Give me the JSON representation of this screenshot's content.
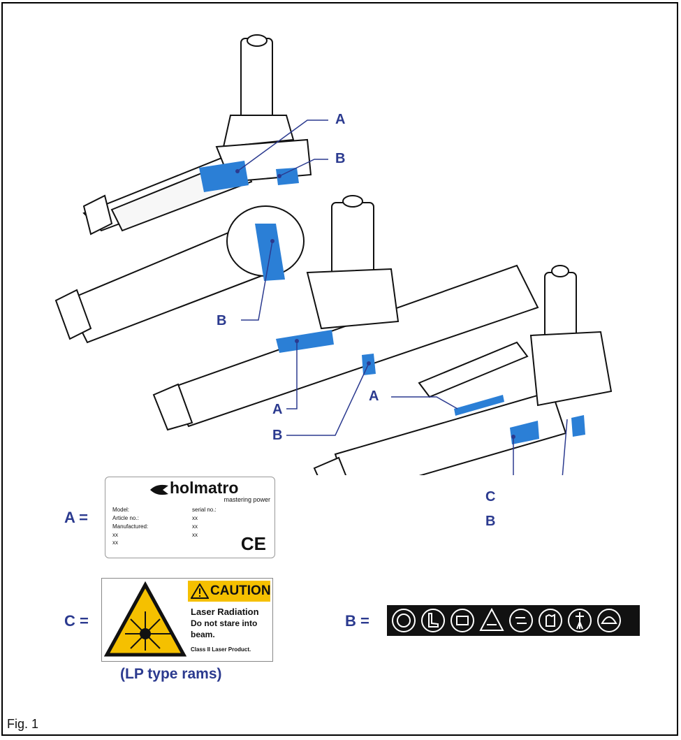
{
  "figure": {
    "caption": "Fig. 1",
    "callouts": {
      "a_top": "A",
      "b_top": "B",
      "b_mid": "B",
      "a_center": "A",
      "b_center": "B",
      "a_right": "A",
      "c_right": "C",
      "b_right": "B"
    },
    "colors": {
      "label_blue": "#2b7fd6",
      "callout_blue": "#2b3a8f",
      "caution_yellow": "#f5c000"
    }
  },
  "legend": {
    "a_eq": "A =",
    "c_eq": "C =",
    "b_eq": "B =",
    "label_a": {
      "brand": "holmatro",
      "slogan": "mastering power",
      "model": "Model:",
      "serial": "serial no.:",
      "article": "Article no.:",
      "article_val": "xx",
      "manufactured": "Manufactured:",
      "manufactured_val": "xx",
      "xx1": "xx",
      "xx1_val": "xx",
      "xx2": "xx",
      "ce": "CE"
    },
    "label_c": {
      "caution": "CAUTION",
      "line1": "Laser Radiation",
      "line2": "Do not stare into",
      "line3": "beam.",
      "line4": "Class II Laser Product.",
      "subtitle": "(LP type rams)"
    },
    "label_b_icons": [
      "face-shield-icon",
      "safety-boot-icon",
      "read-manual-icon",
      "warning-crush-icon",
      "pinch-hazard-icon",
      "gloves-icon",
      "protective-suit-icon",
      "helmet-icon"
    ]
  }
}
